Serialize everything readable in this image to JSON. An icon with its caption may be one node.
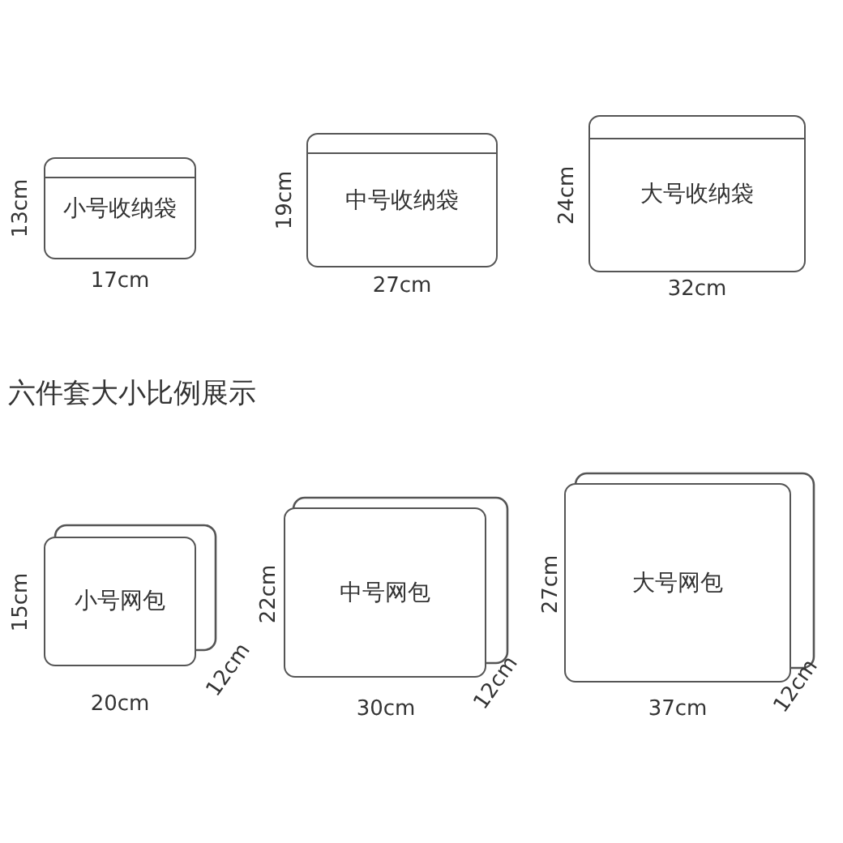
{
  "diagram": {
    "nodes": [
      {
        "text": [
          "小号收纳袋"
        ]
      },
      {
        "text": [
          "中号收纳袋"
        ]
      },
      {
        "text": [
          "大号收纳袋"
        ]
      },
      {
        "text": [
          "小号网包"
        ]
      },
      {
        "text": [
          "中号网包"
        ]
      },
      {
        "text": [
          "大号网包"
        ]
      }
    ],
    "labels": [
      "13cm",
      "17cm",
      "19cm",
      "27cm",
      "24cm",
      "32cm",
      "六件套大小比例展示",
      "15cm",
      "20cm",
      "12cm",
      "22cm",
      "30cm",
      "12cm",
      "27cm",
      "37cm",
      "12cm"
    ]
  }
}
